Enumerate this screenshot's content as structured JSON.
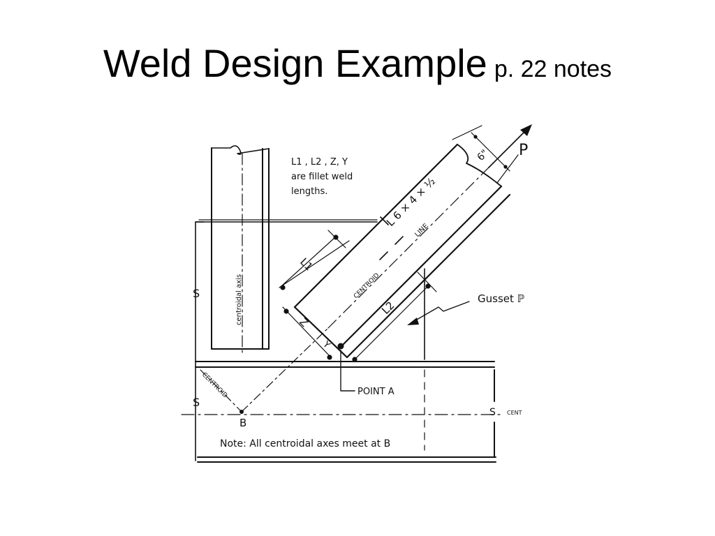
{
  "title": {
    "main": "Weld Design Example",
    "sub": "p. 22 notes"
  },
  "diagram": {
    "note_lines": [
      "L1 , L2 , Z, Y",
      "are fillet weld",
      "lengths."
    ],
    "member_label": "L 6 × 4 × ½",
    "load_label": "P",
    "dimension_6": "6\"",
    "label_L1": "L1",
    "label_L2": "L2",
    "label_Z": "Z",
    "label_Y": "Y",
    "centroid_line_a": "CENTROID",
    "centroid_line_b": "LINE",
    "centroidal_axis": "centroidal axis",
    "gusset": "Gusset ℙ",
    "point_a": "POINT A",
    "centroid_diag": "CENTROID",
    "s_symbol": "S",
    "cent": "CENT",
    "point_b": "B",
    "bottom_note": "Note: All centroidal axes meet at B"
  }
}
